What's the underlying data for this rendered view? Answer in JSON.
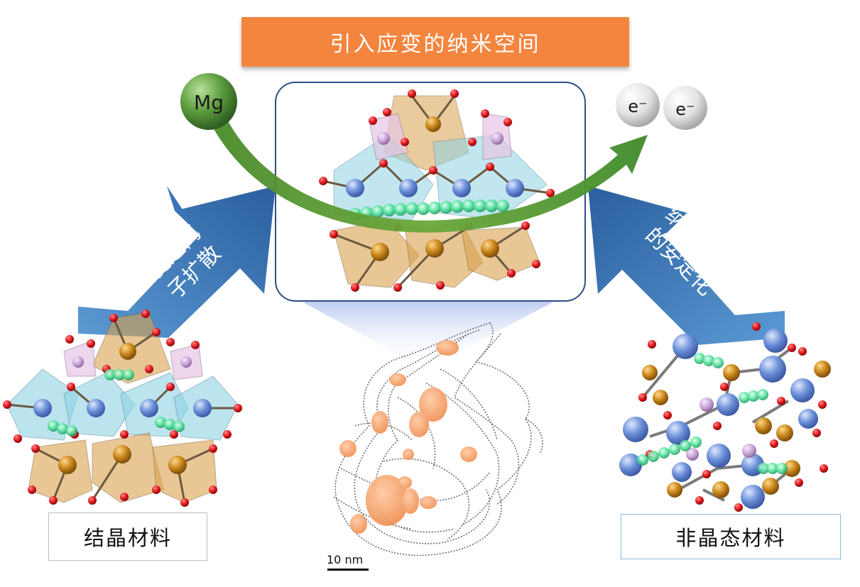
{
  "title": "引入应变的纳米空间",
  "left_arrow_text": "促进离\n子扩散",
  "right_arrow_text": "纳米构造\n的安定化",
  "left_label": "结晶材料",
  "right_label": "非晶态材料",
  "ion_label": "Mg",
  "electron_label": "e⁻",
  "scale_label": "10 nm",
  "colors": {
    "banner": "#f3853f",
    "blue_arrow": "#2f6fb0",
    "green_arrow": "#5a9a2e",
    "mg_sphere": "#4f8f3a",
    "oxygen": "#e0161b",
    "tan_polyhedron": "#d9a24f",
    "cyan_polyhedron": "#8fd3e3",
    "pink_polyhedron": "#e7c6e6",
    "blue_atom": "#6b8fd8",
    "amber_atom": "#c9861a",
    "lilac_atom": "#c9a3d6",
    "green_ion": "#4de49a",
    "nano_void": "#f4965a"
  }
}
